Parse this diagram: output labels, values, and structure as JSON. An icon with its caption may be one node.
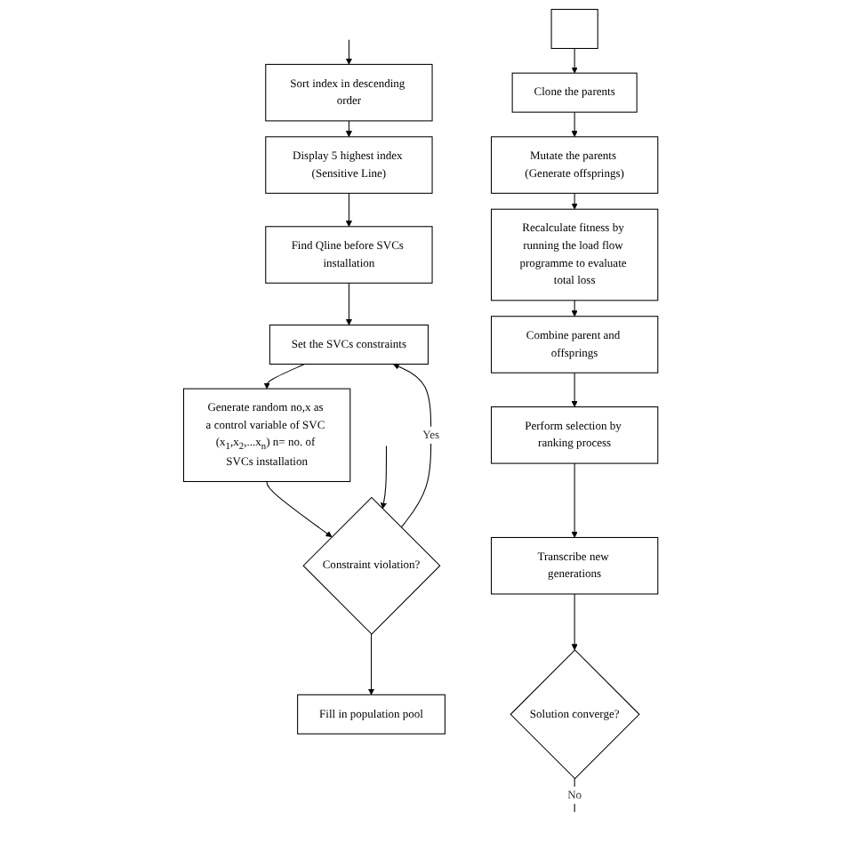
{
  "diagram": {
    "nodes": [
      {
        "text": [
          "Sort index in descending order"
        ]
      },
      {
        "text": [
          "Display 5 highest index (Sensitive Line)"
        ]
      },
      {
        "text": [
          "Find Qline before SVCs installation"
        ]
      },
      {
        "text": [
          "Set the SVCs constraints"
        ]
      },
      {
        "text": [
          "Generate random no,x as a control variable of SVC (x$_{1}$,x$_{2}$,...x$_{n}$) n= no. of SVCs installation"
        ]
      },
      {
        "text": [
          "Constraint violation?"
        ]
      },
      {
        "text": [
          "Fill in population pool"
        ]
      },
      {
        "text": [],
        "shape": "box"
      },
      {
        "text": [
          "Clone the parents"
        ]
      },
      {
        "text": [
          "Mutate the parents (Generate offsprings)"
        ]
      },
      {
        "text": [
          "Recalculate fitness by running the load flow programme to evaluate total loss"
        ]
      },
      {
        "text": [
          "Combine parent and offsprings"
        ]
      },
      {
        "text": [
          "Perform selection by ranking process"
        ]
      },
      {
        "text": [
          "Transcribe new generations"
        ]
      },
      {
        "text": [
          "Solution converge?"
        ]
      }
    ],
    "edges": [
      {
        "from": null,
        "to": 0,
        "arrow": "to"
      },
      {
        "from": 0,
        "to": 1,
        "arrow": "to"
      },
      {
        "from": 1,
        "to": 2,
        "arrow": "to"
      },
      {
        "from": 2,
        "to": 3,
        "arrow": "to"
      },
      {
        "from": 3,
        "to": 4,
        "arrow": "to"
      },
      {
        "from": 4,
        "to": 5,
        "arrow": "to"
      },
      {
        "from": 5,
        "to": 6,
        "arrow": "to"
      },
      {
        "from": 5,
        "to": 3,
        "arrow": "to",
        "label": "Yes"
      },
      {
        "from": null,
        "to": 5,
        "arrow": "to"
      },
      {
        "from": 7,
        "to": 8,
        "arrow": "to"
      },
      {
        "from": 8,
        "to": 9,
        "arrow": "to"
      },
      {
        "from": 9,
        "to": 10,
        "arrow": "to"
      },
      {
        "from": 10,
        "to": 11,
        "arrow": "to"
      },
      {
        "from": 11,
        "to": 12,
        "arrow": "to"
      },
      {
        "from": 12,
        "to": 13,
        "arrow": "to"
      },
      {
        "from": 13,
        "to": 14,
        "arrow": "to"
      },
      {
        "from": 14,
        "to": null,
        "arrow": "none",
        "label": "No"
      }
    ]
  }
}
